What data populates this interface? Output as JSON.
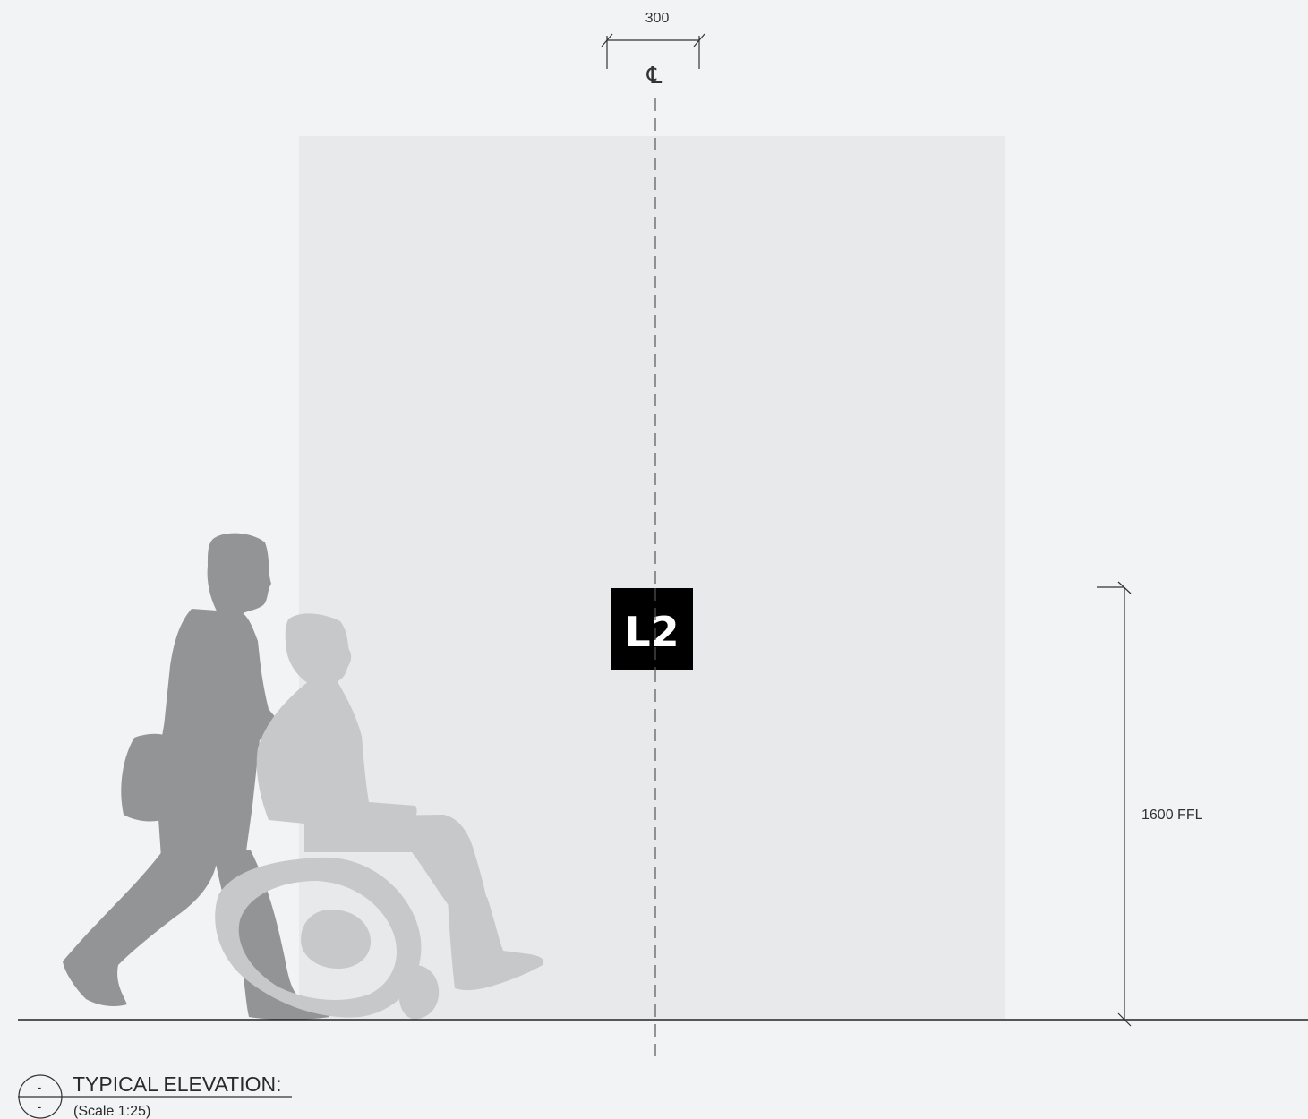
{
  "drawing": {
    "top_dimension": "300",
    "centerline_symbol": "℄",
    "sign_label": "L2",
    "height_dimension": "1600 FFL",
    "title": "TYPICAL ELEVATION:",
    "scale": "(Scale 1:25)",
    "section_marker_top": "-",
    "section_marker_bottom": "-"
  },
  "colors": {
    "background": "#f2f3f5",
    "wall_panel": "#e8e9eb",
    "sign_background": "#000000",
    "sign_text": "#ffffff",
    "walking_figure": "#939496",
    "wheelchair_figure": "#c7c8ca",
    "line": "#222222"
  },
  "icons": {
    "walking_person": "walking-person-silhouette",
    "wheelchair_user": "wheelchair-user-silhouette"
  }
}
